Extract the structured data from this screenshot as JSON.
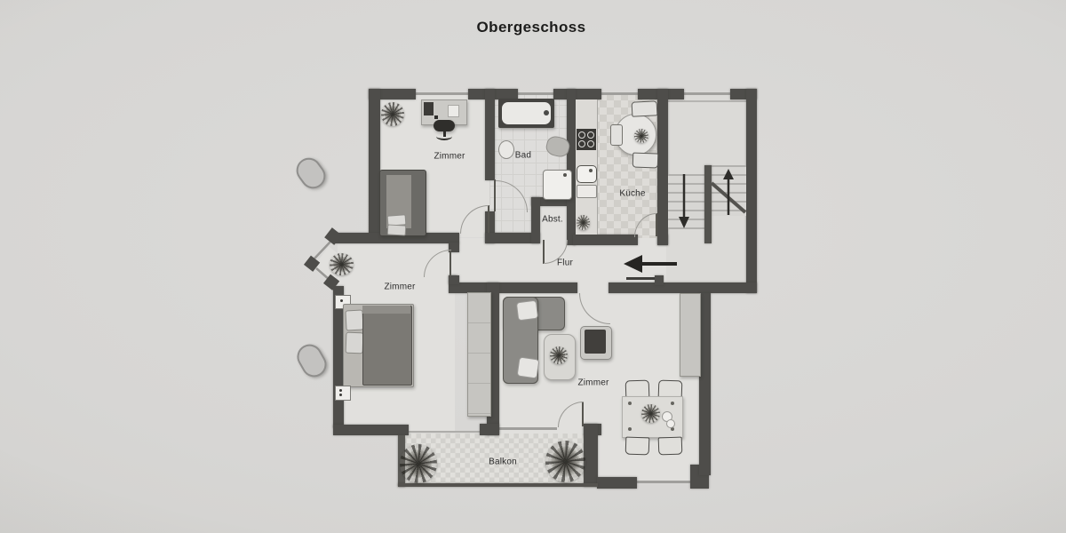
{
  "title": "Obergeschoss",
  "rooms": {
    "zimmer_top": "Zimmer",
    "bad": "Bad",
    "kueche": "Küche",
    "abstellraum": "Abst.",
    "flur": "Flur",
    "zimmer_left": "Zimmer",
    "zimmer_living": "Zimmer",
    "balkon": "Balkon"
  },
  "icons": {
    "entry_arrow": "left-arrow",
    "stairs_up_arrow": "up-arrow",
    "stairs_down_arrow": "down-arrow"
  },
  "colors": {
    "wall": "#4e4d4a",
    "floor": "#e1e0dd",
    "paper": "#d5d4d2",
    "furniture_dark": "#75736f",
    "furniture_light": "#cbcac6"
  }
}
